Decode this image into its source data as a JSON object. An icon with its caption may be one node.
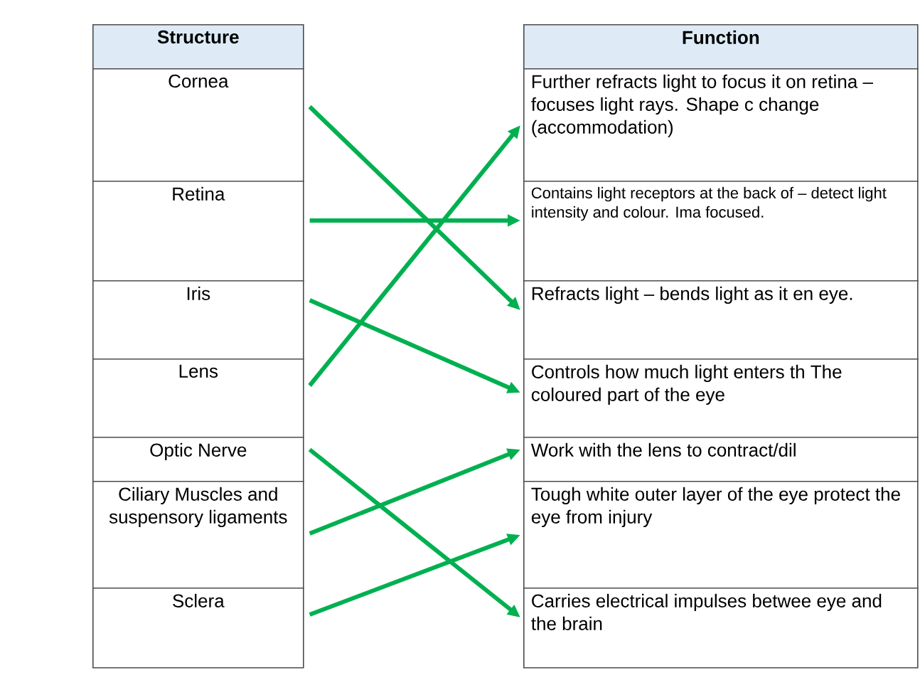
{
  "diagram": {
    "nodes": [
      {
        "text": [
          "Structure"
        ]
      },
      {
        "text": [
          "Function"
        ]
      },
      {
        "text": [
          "Cornea"
        ]
      },
      {
        "text": [
          "Further refracts light to focus it on retina – focuses light rays. Shape c change (accommodation)"
        ]
      },
      {
        "text": [
          "Retina"
        ]
      },
      {
        "text": [
          "Contains light receptors at the back of – detect light intensity and colour. Ima focused."
        ]
      },
      {
        "text": [
          "Iris"
        ]
      },
      {
        "text": [
          "Refracts light – bends light as it en eye."
        ]
      },
      {
        "text": [
          "Lens"
        ]
      },
      {
        "text": [
          "Controls how much light enters th The coloured part of the eye"
        ]
      },
      {
        "text": [
          "Optic Nerve"
        ]
      },
      {
        "text": [
          "Work with the lens to contract/dil"
        ]
      },
      {
        "text": [
          "Ciliary Muscles and suspensory ligaments"
        ]
      },
      {
        "text": [
          "Tough white outer layer of the eye protect the eye from injury"
        ]
      },
      {
        "text": [
          "Sclera"
        ]
      },
      {
        "text": [
          "Carries electrical impulses betwee eye and the brain"
        ]
      }
    ],
    "edges": [
      {
        "from": 2,
        "to": 7,
        "arrow": "to"
      },
      {
        "from": 4,
        "to": 5,
        "arrow": "to"
      },
      {
        "from": 6,
        "to": 9,
        "arrow": "to"
      },
      {
        "from": 8,
        "to": 3,
        "arrow": "to"
      },
      {
        "from": 10,
        "to": 15,
        "arrow": "to"
      },
      {
        "from": 12,
        "to": 11,
        "arrow": "to"
      },
      {
        "from": 14,
        "to": 13,
        "arrow": "to"
      }
    ]
  }
}
